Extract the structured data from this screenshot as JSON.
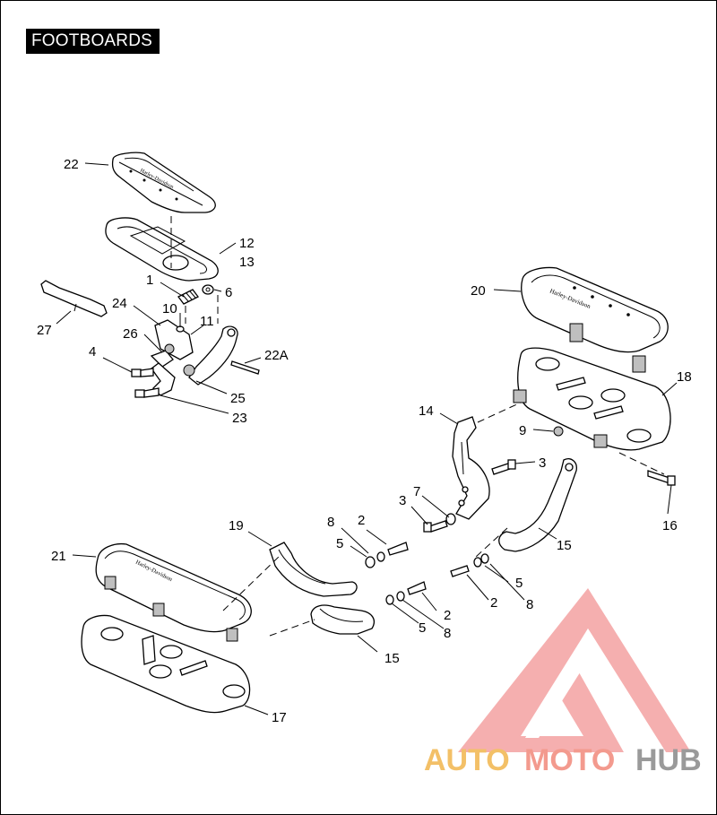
{
  "title": "FOOTBOARDS",
  "labels": {
    "p22": "22",
    "p12": "12",
    "p13": "13",
    "p1": "1",
    "p6": "6",
    "p27": "27",
    "p24": "24",
    "p10": "10",
    "p11": "11",
    "p26": "26",
    "p4": "4",
    "p22A": "22A",
    "p25": "25",
    "p23": "23",
    "p20": "20",
    "p18": "18",
    "p14": "14",
    "p9": "9",
    "p3a": "3",
    "p3b": "3",
    "p7": "7",
    "p16": "16",
    "p19": "19",
    "p8a": "8",
    "p2a": "2",
    "p5a": "5",
    "p15a": "15",
    "p21": "21",
    "p5b": "5",
    "p2b": "2",
    "p8b": "8",
    "p2c": "2",
    "p5c": "5",
    "p8c": "8",
    "p15b": "15",
    "p17": "17"
  },
  "watermark": {
    "part1": "AUTO",
    "part2": "MOTO",
    "part3": "HUB",
    "colors": {
      "auto": "#f3c067",
      "moto": "#f39a8e",
      "hub": "#9a9a9a",
      "logo": "#f4a6a6"
    }
  }
}
